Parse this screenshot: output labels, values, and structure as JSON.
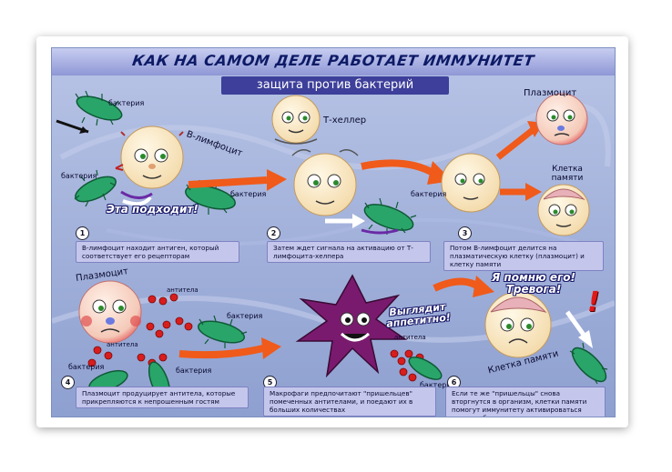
{
  "title": "КАК НА САМОМ ДЕЛЕ РАБОТАЕТ ИММУНИТЕТ",
  "subtitle": "защита против бактерий",
  "labels": {
    "bacteria": "бактерия",
    "b_lymphocyte": "В-лимфоцит",
    "t_helper": "Т-хеллер",
    "plasmocyte": "Плазмоцит",
    "memory_cell": "Клетка памяти",
    "antibodies": "антитела",
    "this_fits": "Эта подходит!",
    "looks_tasty": "Выглядит аппетитно!",
    "remember": "Я помню его! Тревога!",
    "exclaim": "!"
  },
  "steps": [
    {
      "num": "1",
      "caption": "В-лимфоцит находит антиген, который соответствует его рецепторам"
    },
    {
      "num": "2",
      "caption": "Затем ждет сигнала на активацию от Т-лимфоцита-хелпера"
    },
    {
      "num": "3",
      "caption": "Потом В-лимфоцит делится на плазматическую клетку (плазмоцит) и клетку памяти"
    },
    {
      "num": "4",
      "caption": "Плазмоцит продуцирует антитела, которые прикрепляются к непрошенным гостям"
    },
    {
      "num": "5",
      "caption": "Макрофаги предпочитают \"пришельцев\" помеченных антителами, и поедают их в больших количествах"
    },
    {
      "num": "6",
      "caption": "Если те же \"пришельцы\" снова вторгнутся в организм, клетки памяти помогут иммунитету активироваться намного быстрее"
    }
  ],
  "colors": {
    "title_bar": "#3d3f9a",
    "background": "#9fb0d6",
    "arrow": "#f05a1a",
    "bacteria": "#2aa56a",
    "antibody": "#d81d1d",
    "macrophage": "#7a1a6e"
  }
}
